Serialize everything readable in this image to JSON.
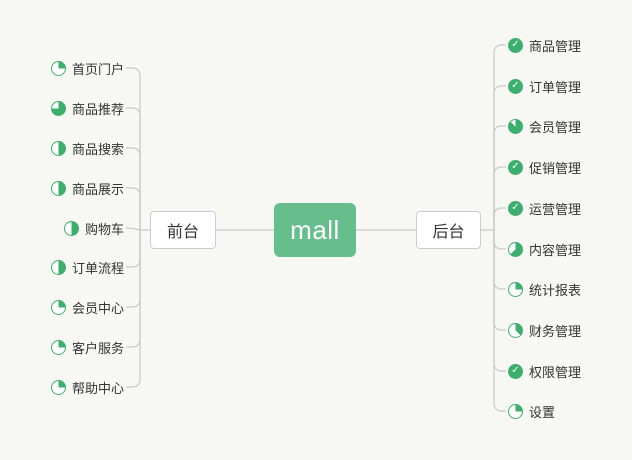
{
  "colors": {
    "icon_green": "#3cae6e",
    "root_green": "#66be8c",
    "line_gray": "#c9c9c9",
    "text": "#333333",
    "background": "#f7f7f3"
  },
  "map": {
    "root": {
      "label": "mall"
    },
    "branches": [
      {
        "side": "left",
        "label": "前台",
        "children": [
          {
            "label": "首页门户",
            "icon": {
              "type": "pie",
              "fraction": 0.25
            }
          },
          {
            "label": "商品推荐",
            "icon": {
              "type": "pie",
              "fraction": 0.75
            }
          },
          {
            "label": "商品搜索",
            "icon": {
              "type": "pie",
              "fraction": 0.5
            }
          },
          {
            "label": "商品展示",
            "icon": {
              "type": "pie",
              "fraction": 0.5
            }
          },
          {
            "label": "购物车",
            "icon": {
              "type": "pie",
              "fraction": 0.5
            }
          },
          {
            "label": "订单流程",
            "icon": {
              "type": "pie",
              "fraction": 0.5
            }
          },
          {
            "label": "会员中心",
            "icon": {
              "type": "pie",
              "fraction": 0.25
            }
          },
          {
            "label": "客户服务",
            "icon": {
              "type": "pie",
              "fraction": 0.25
            }
          },
          {
            "label": "帮助中心",
            "icon": {
              "type": "pie",
              "fraction": 0.25
            }
          }
        ]
      },
      {
        "side": "right",
        "label": "后台",
        "children": [
          {
            "label": "商品管理",
            "icon": {
              "type": "done"
            }
          },
          {
            "label": "订单管理",
            "icon": {
              "type": "done"
            }
          },
          {
            "label": "会员管理",
            "icon": {
              "type": "pie",
              "fraction": 0.875
            }
          },
          {
            "label": "促销管理",
            "icon": {
              "type": "done"
            }
          },
          {
            "label": "运营管理",
            "icon": {
              "type": "done"
            }
          },
          {
            "label": "内容管理",
            "icon": {
              "type": "pie",
              "fraction": 0.625
            }
          },
          {
            "label": "统计报表",
            "icon": {
              "type": "pie",
              "fraction": 0.25
            }
          },
          {
            "label": "财务管理",
            "icon": {
              "type": "pie",
              "fraction": 0.375
            }
          },
          {
            "label": "权限管理",
            "icon": {
              "type": "done"
            }
          },
          {
            "label": "设置",
            "icon": {
              "type": "pie",
              "fraction": 0.25
            }
          }
        ]
      }
    ]
  },
  "icons": {
    "done_glyph": "✓"
  }
}
